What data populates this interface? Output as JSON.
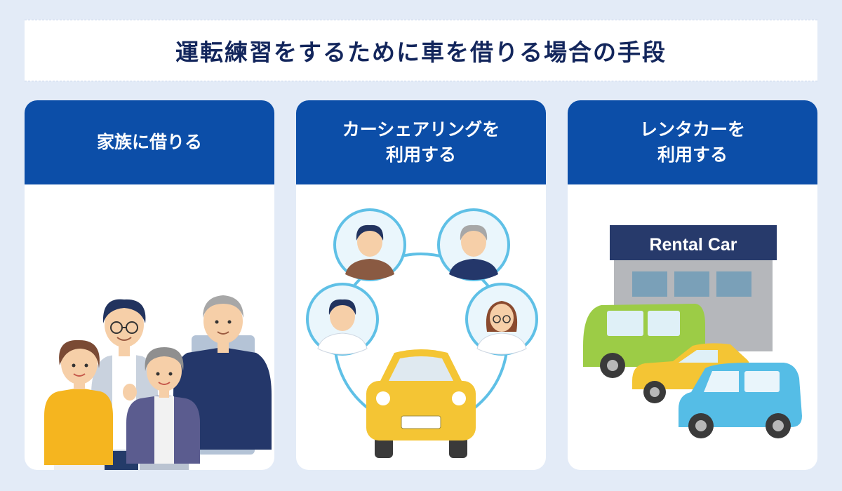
{
  "title": "運転練習をするために車を借りる場合の手段",
  "cards": [
    {
      "lines": [
        "家族に借りる"
      ]
    },
    {
      "lines": [
        "カーシェアリングを",
        "利用する"
      ]
    },
    {
      "lines": [
        "レンタカーを",
        "利用する"
      ]
    }
  ],
  "rental_sign": "Rental Car",
  "colors": {
    "background": "#e3ebf7",
    "title_text": "#13265c",
    "card_header": "#0c4ea8",
    "share_ring": "#5fc0e6"
  }
}
